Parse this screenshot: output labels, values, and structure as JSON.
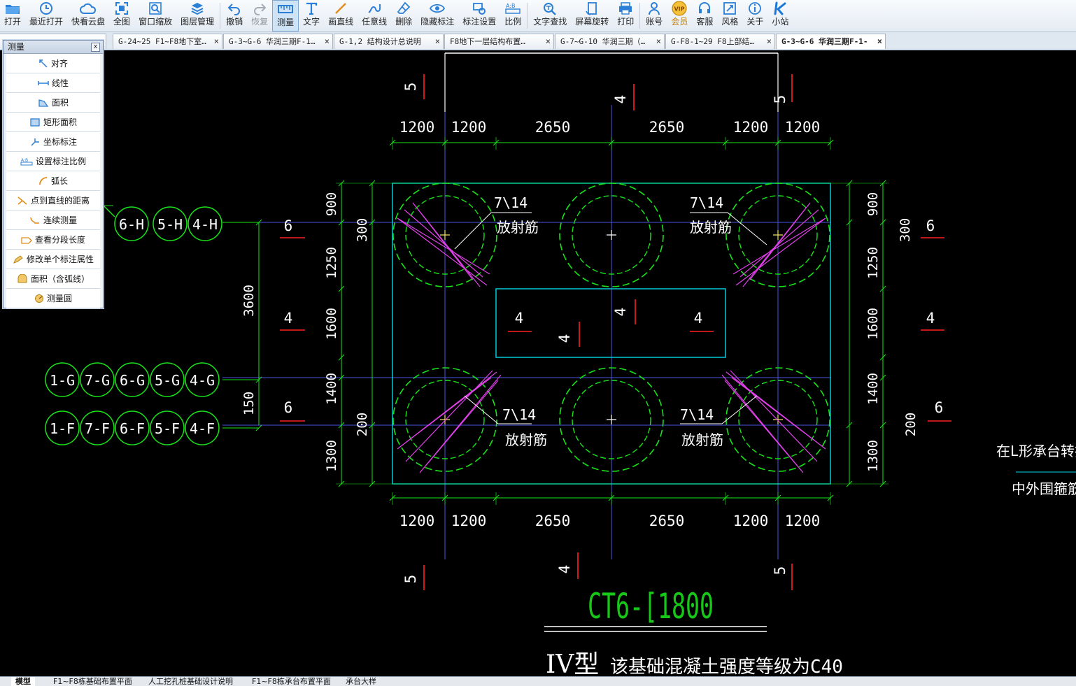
{
  "toolbar": {
    "buttons": [
      {
        "label": "打开",
        "icon": "folder-icon"
      },
      {
        "label": "最近打开",
        "icon": "clock-icon"
      },
      {
        "label": "快看云盘",
        "icon": "cloud-icon"
      },
      {
        "label": "全图",
        "icon": "full-view-icon"
      },
      {
        "label": "窗口缩放",
        "icon": "window-zoom-icon"
      },
      {
        "label": "图层管理",
        "icon": "layers-icon"
      },
      {
        "label": "撤销",
        "icon": "undo-icon"
      },
      {
        "label": "恢复",
        "icon": "redo-icon"
      },
      {
        "label": "测量",
        "icon": "measure-icon"
      },
      {
        "label": "文字",
        "icon": "text-icon"
      },
      {
        "label": "画直线",
        "icon": "line-icon"
      },
      {
        "label": "任意线",
        "icon": "freeline-icon"
      },
      {
        "label": "删除",
        "icon": "eraser-icon"
      },
      {
        "label": "隐藏标注",
        "icon": "eye-icon"
      },
      {
        "label": "标注设置",
        "icon": "annotation-settings-icon"
      },
      {
        "label": "比例",
        "icon": "scale-icon"
      },
      {
        "label": "文字查找",
        "icon": "text-search-icon"
      },
      {
        "label": "屏幕旋转",
        "icon": "rotate-icon"
      },
      {
        "label": "打印",
        "icon": "printer-icon"
      },
      {
        "label": "账号",
        "icon": "user-icon"
      },
      {
        "label": "会员",
        "icon": "vip-icon",
        "badge": "VIP"
      },
      {
        "label": "客服",
        "icon": "headset-icon"
      },
      {
        "label": "风格",
        "icon": "style-icon"
      },
      {
        "label": "关于",
        "icon": "info-icon"
      },
      {
        "label": "小站",
        "icon": "k-logo-icon"
      }
    ]
  },
  "tabs": [
    {
      "label": "G-24~25 F1~F8地下室…",
      "close": "×"
    },
    {
      "label": "G-3~G-6 华润三期F-1…",
      "close": "×"
    },
    {
      "label": "G-1,2 结构设计总说明",
      "close": "×"
    },
    {
      "label": "F8地下一层结构布置…",
      "close": "×"
    },
    {
      "label": "G-7~G-10 华润三期（…",
      "close": "×"
    },
    {
      "label": "G-F8-1~29  F8上部结…",
      "close": "×"
    },
    {
      "label": "G-3~G-6 华润三期F-1-",
      "close": "×"
    }
  ],
  "measure_panel": {
    "title": "测量",
    "close": "x",
    "items": [
      {
        "label": "对齐",
        "icon": "align-measure-icon"
      },
      {
        "label": "线性",
        "icon": "linear-measure-icon"
      },
      {
        "label": "面积",
        "icon": "area-icon"
      },
      {
        "label": "矩形面积",
        "icon": "rect-area-icon"
      },
      {
        "label": "坐标标注",
        "icon": "coordinate-icon"
      },
      {
        "label": "设置标注比例",
        "icon": "set-scale-icon"
      },
      {
        "label": "弧长",
        "icon": "arc-length-icon"
      },
      {
        "label": "点到直线的距离",
        "icon": "point-line-icon"
      },
      {
        "label": "连续测量",
        "icon": "continuous-measure-icon"
      },
      {
        "label": "查看分段长度",
        "icon": "segment-length-icon"
      },
      {
        "label": "修改单个标注属性",
        "icon": "edit-annotation-icon"
      },
      {
        "label": "面积（含弧线）",
        "icon": "arc-area-icon"
      },
      {
        "label": "测量圆",
        "icon": "circle-measure-icon"
      }
    ]
  },
  "drawing": {
    "dims_top": [
      "1200",
      "1200",
      "2650",
      "2650",
      "1200",
      "1200"
    ],
    "dims_bottom": [
      "1200",
      "1200",
      "2650",
      "2650",
      "1200",
      "1200"
    ],
    "dims_left": [
      "900",
      "1250",
      "1600",
      "1400",
      "1300"
    ],
    "dims_left_inner": [
      "300",
      "200"
    ],
    "dims_right": [
      "900",
      "1250",
      "1600",
      "1400",
      "1300"
    ],
    "dims_right_inner": [
      "300",
      "200"
    ],
    "dims_far_left": [
      "3600",
      "150"
    ],
    "axis_row_h": [
      "6-H",
      "5-H",
      "4-H"
    ],
    "axis_row_g": [
      "1-G",
      "7-G",
      "6-G",
      "5-G",
      "4-G"
    ],
    "axis_row_f": [
      "1-F",
      "7-F",
      "6-F",
      "5-F",
      "4-F"
    ],
    "rebar_label": "7\\14",
    "rebar_name": "放射筋",
    "sec_5": "5",
    "sec_4": "4",
    "sec_6": "6",
    "cap_title": "CT6-[1800",
    "type_label": "IV型",
    "concrete_note": "该基础混凝土强度等级为C40",
    "side_note_1": "在L形承台转折处,",
    "side_note_2": "中外围箍筋重叠"
  },
  "layout_tabs": [
    {
      "label": "模型"
    },
    {
      "label": "F1~F8栋基础布置平面"
    },
    {
      "label": "人工挖孔桩基础设计说明"
    },
    {
      "label": "F1~F8栋承台布置平面"
    },
    {
      "label": "承台大样"
    }
  ]
}
